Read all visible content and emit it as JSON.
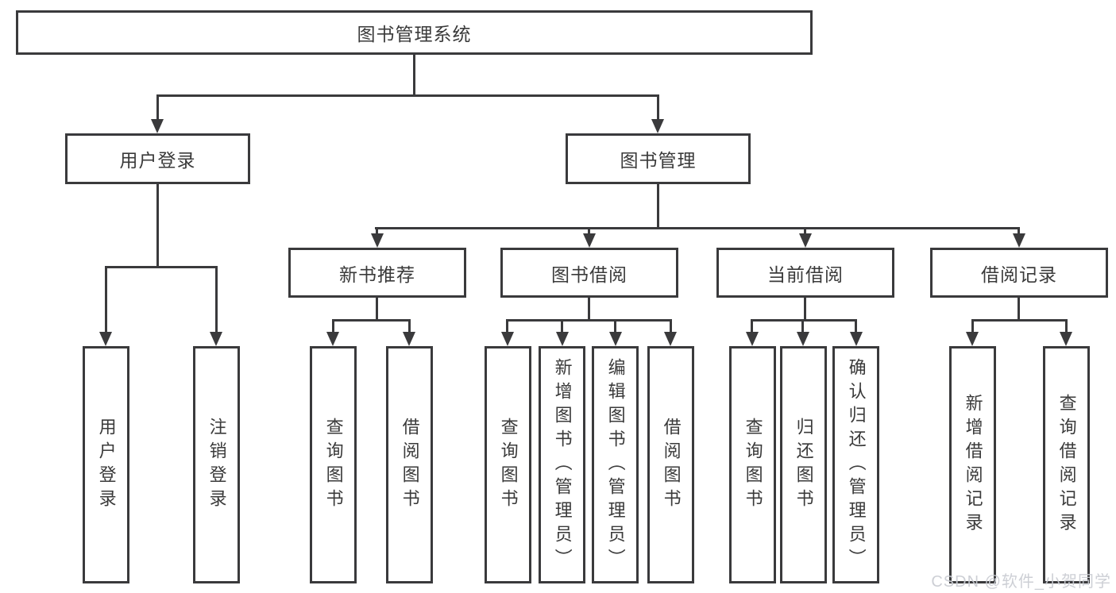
{
  "diagram": {
    "title": "图书管理系统",
    "type": "hierarchy-diagram",
    "colors": {
      "line": "#3a3a3c",
      "text": "#3a3a3a",
      "background": "#ffffff",
      "watermark_text": "#c9ccd2"
    },
    "tree": {
      "root": {
        "label": "图书管理系统",
        "children": [
          {
            "label": "用户登录",
            "children": [
              {
                "label": "用户登录"
              },
              {
                "label": "注销登录"
              }
            ]
          },
          {
            "label": "图书管理",
            "children": [
              {
                "label": "新书推荐",
                "children": [
                  {
                    "label": "查询图书"
                  },
                  {
                    "label": "借阅图书"
                  }
                ]
              },
              {
                "label": "图书借阅",
                "children": [
                  {
                    "label": "查询图书"
                  },
                  {
                    "label": "新增图书（管理员）"
                  },
                  {
                    "label": "编辑图书（管理员）"
                  },
                  {
                    "label": "借阅图书"
                  }
                ]
              },
              {
                "label": "当前借阅",
                "children": [
                  {
                    "label": "查询图书"
                  },
                  {
                    "label": "归还图书"
                  },
                  {
                    "label": "确认归还（管理员）"
                  }
                ]
              },
              {
                "label": "借阅记录",
                "children": [
                  {
                    "label": "新增借阅记录"
                  },
                  {
                    "label": "查询借阅记录"
                  }
                ]
              }
            ]
          }
        ]
      }
    }
  },
  "watermark": {
    "text": "CSDN @软件_小贺同学"
  }
}
